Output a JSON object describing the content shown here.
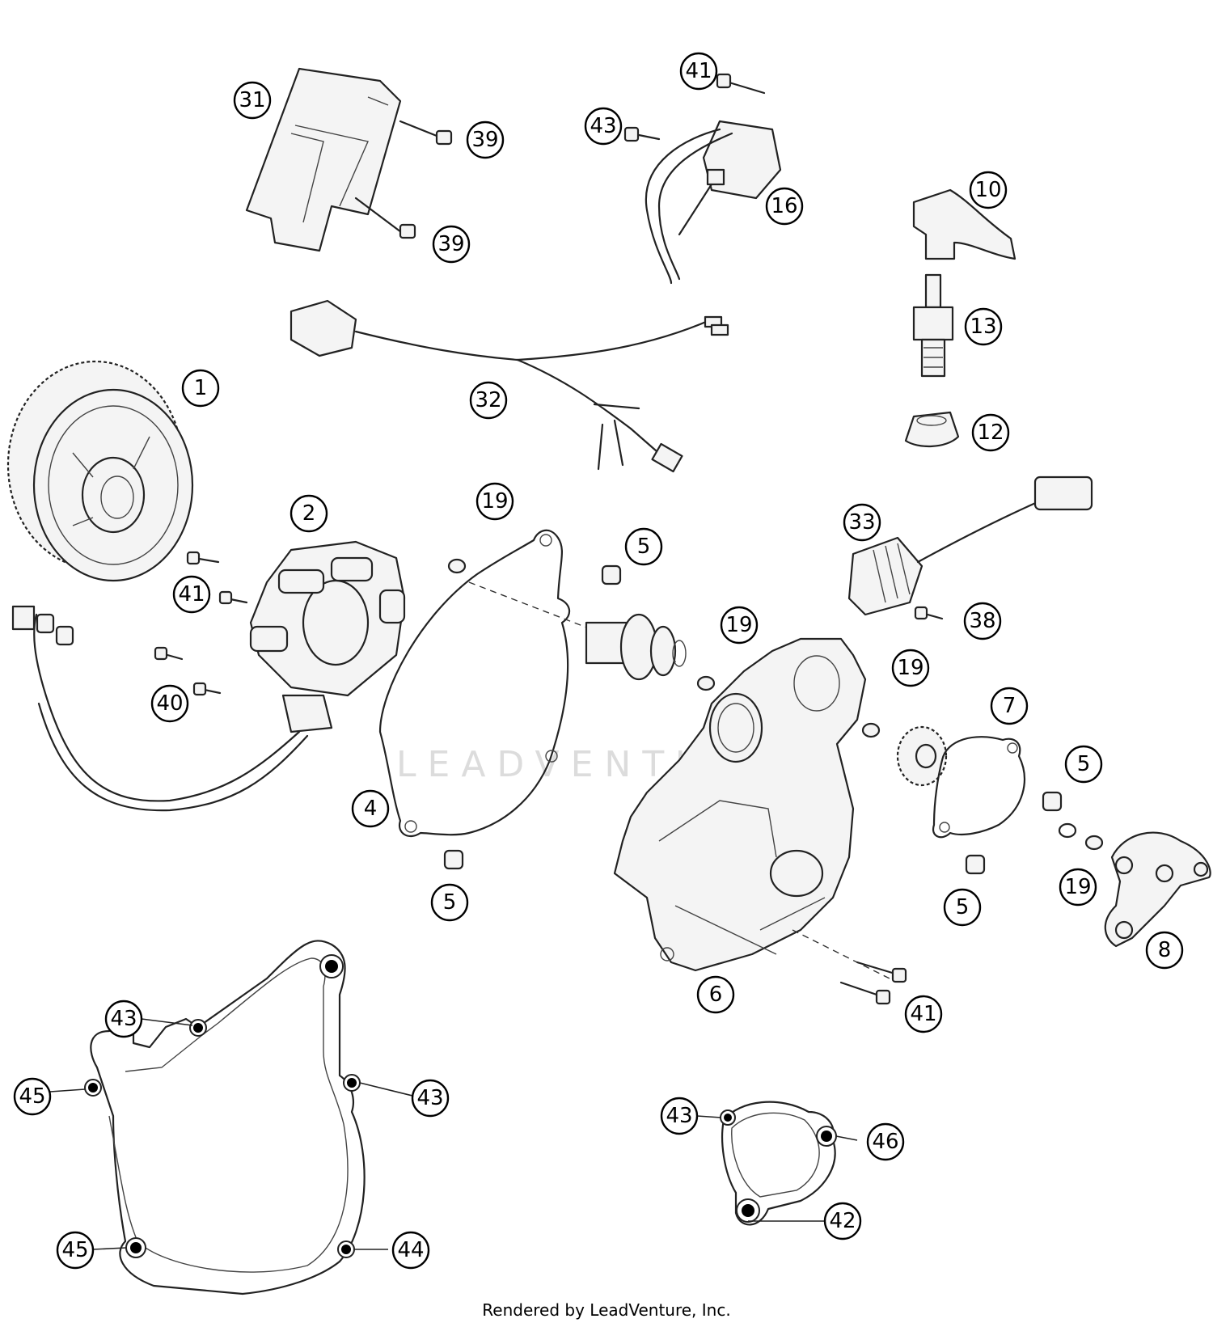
{
  "callouts": [
    {
      "id": "c1",
      "label": "1"
    },
    {
      "id": "c2",
      "label": "2"
    },
    {
      "id": "c4",
      "label": "4"
    },
    {
      "id": "c5a",
      "label": "5"
    },
    {
      "id": "c5b",
      "label": "5"
    },
    {
      "id": "c5c",
      "label": "5"
    },
    {
      "id": "c5d",
      "label": "5"
    },
    {
      "id": "c6",
      "label": "6"
    },
    {
      "id": "c7",
      "label": "7"
    },
    {
      "id": "c8",
      "label": "8"
    },
    {
      "id": "c10",
      "label": "10"
    },
    {
      "id": "c12",
      "label": "12"
    },
    {
      "id": "c13",
      "label": "13"
    },
    {
      "id": "c16",
      "label": "16"
    },
    {
      "id": "c19a",
      "label": "19"
    },
    {
      "id": "c19b",
      "label": "19"
    },
    {
      "id": "c19c",
      "label": "19"
    },
    {
      "id": "c19d",
      "label": "19"
    },
    {
      "id": "c31",
      "label": "31"
    },
    {
      "id": "c32",
      "label": "32"
    },
    {
      "id": "c33",
      "label": "33"
    },
    {
      "id": "c38",
      "label": "38"
    },
    {
      "id": "c39a",
      "label": "39"
    },
    {
      "id": "c39b",
      "label": "39"
    },
    {
      "id": "c40",
      "label": "40"
    },
    {
      "id": "c41a",
      "label": "41"
    },
    {
      "id": "c41b",
      "label": "41"
    },
    {
      "id": "c41c",
      "label": "41"
    },
    {
      "id": "c43a",
      "label": "43"
    },
    {
      "id": "c43b",
      "label": "43"
    },
    {
      "id": "c43c",
      "label": "43"
    },
    {
      "id": "c43d",
      "label": "43"
    },
    {
      "id": "c44",
      "label": "44"
    },
    {
      "id": "c45a",
      "label": "45"
    },
    {
      "id": "c45b",
      "label": "45"
    },
    {
      "id": "c46",
      "label": "46"
    },
    {
      "id": "c42",
      "label": "42"
    }
  ],
  "watermark": "LEADVENTURE",
  "footer": "Rendered by LeadVenture, Inc."
}
